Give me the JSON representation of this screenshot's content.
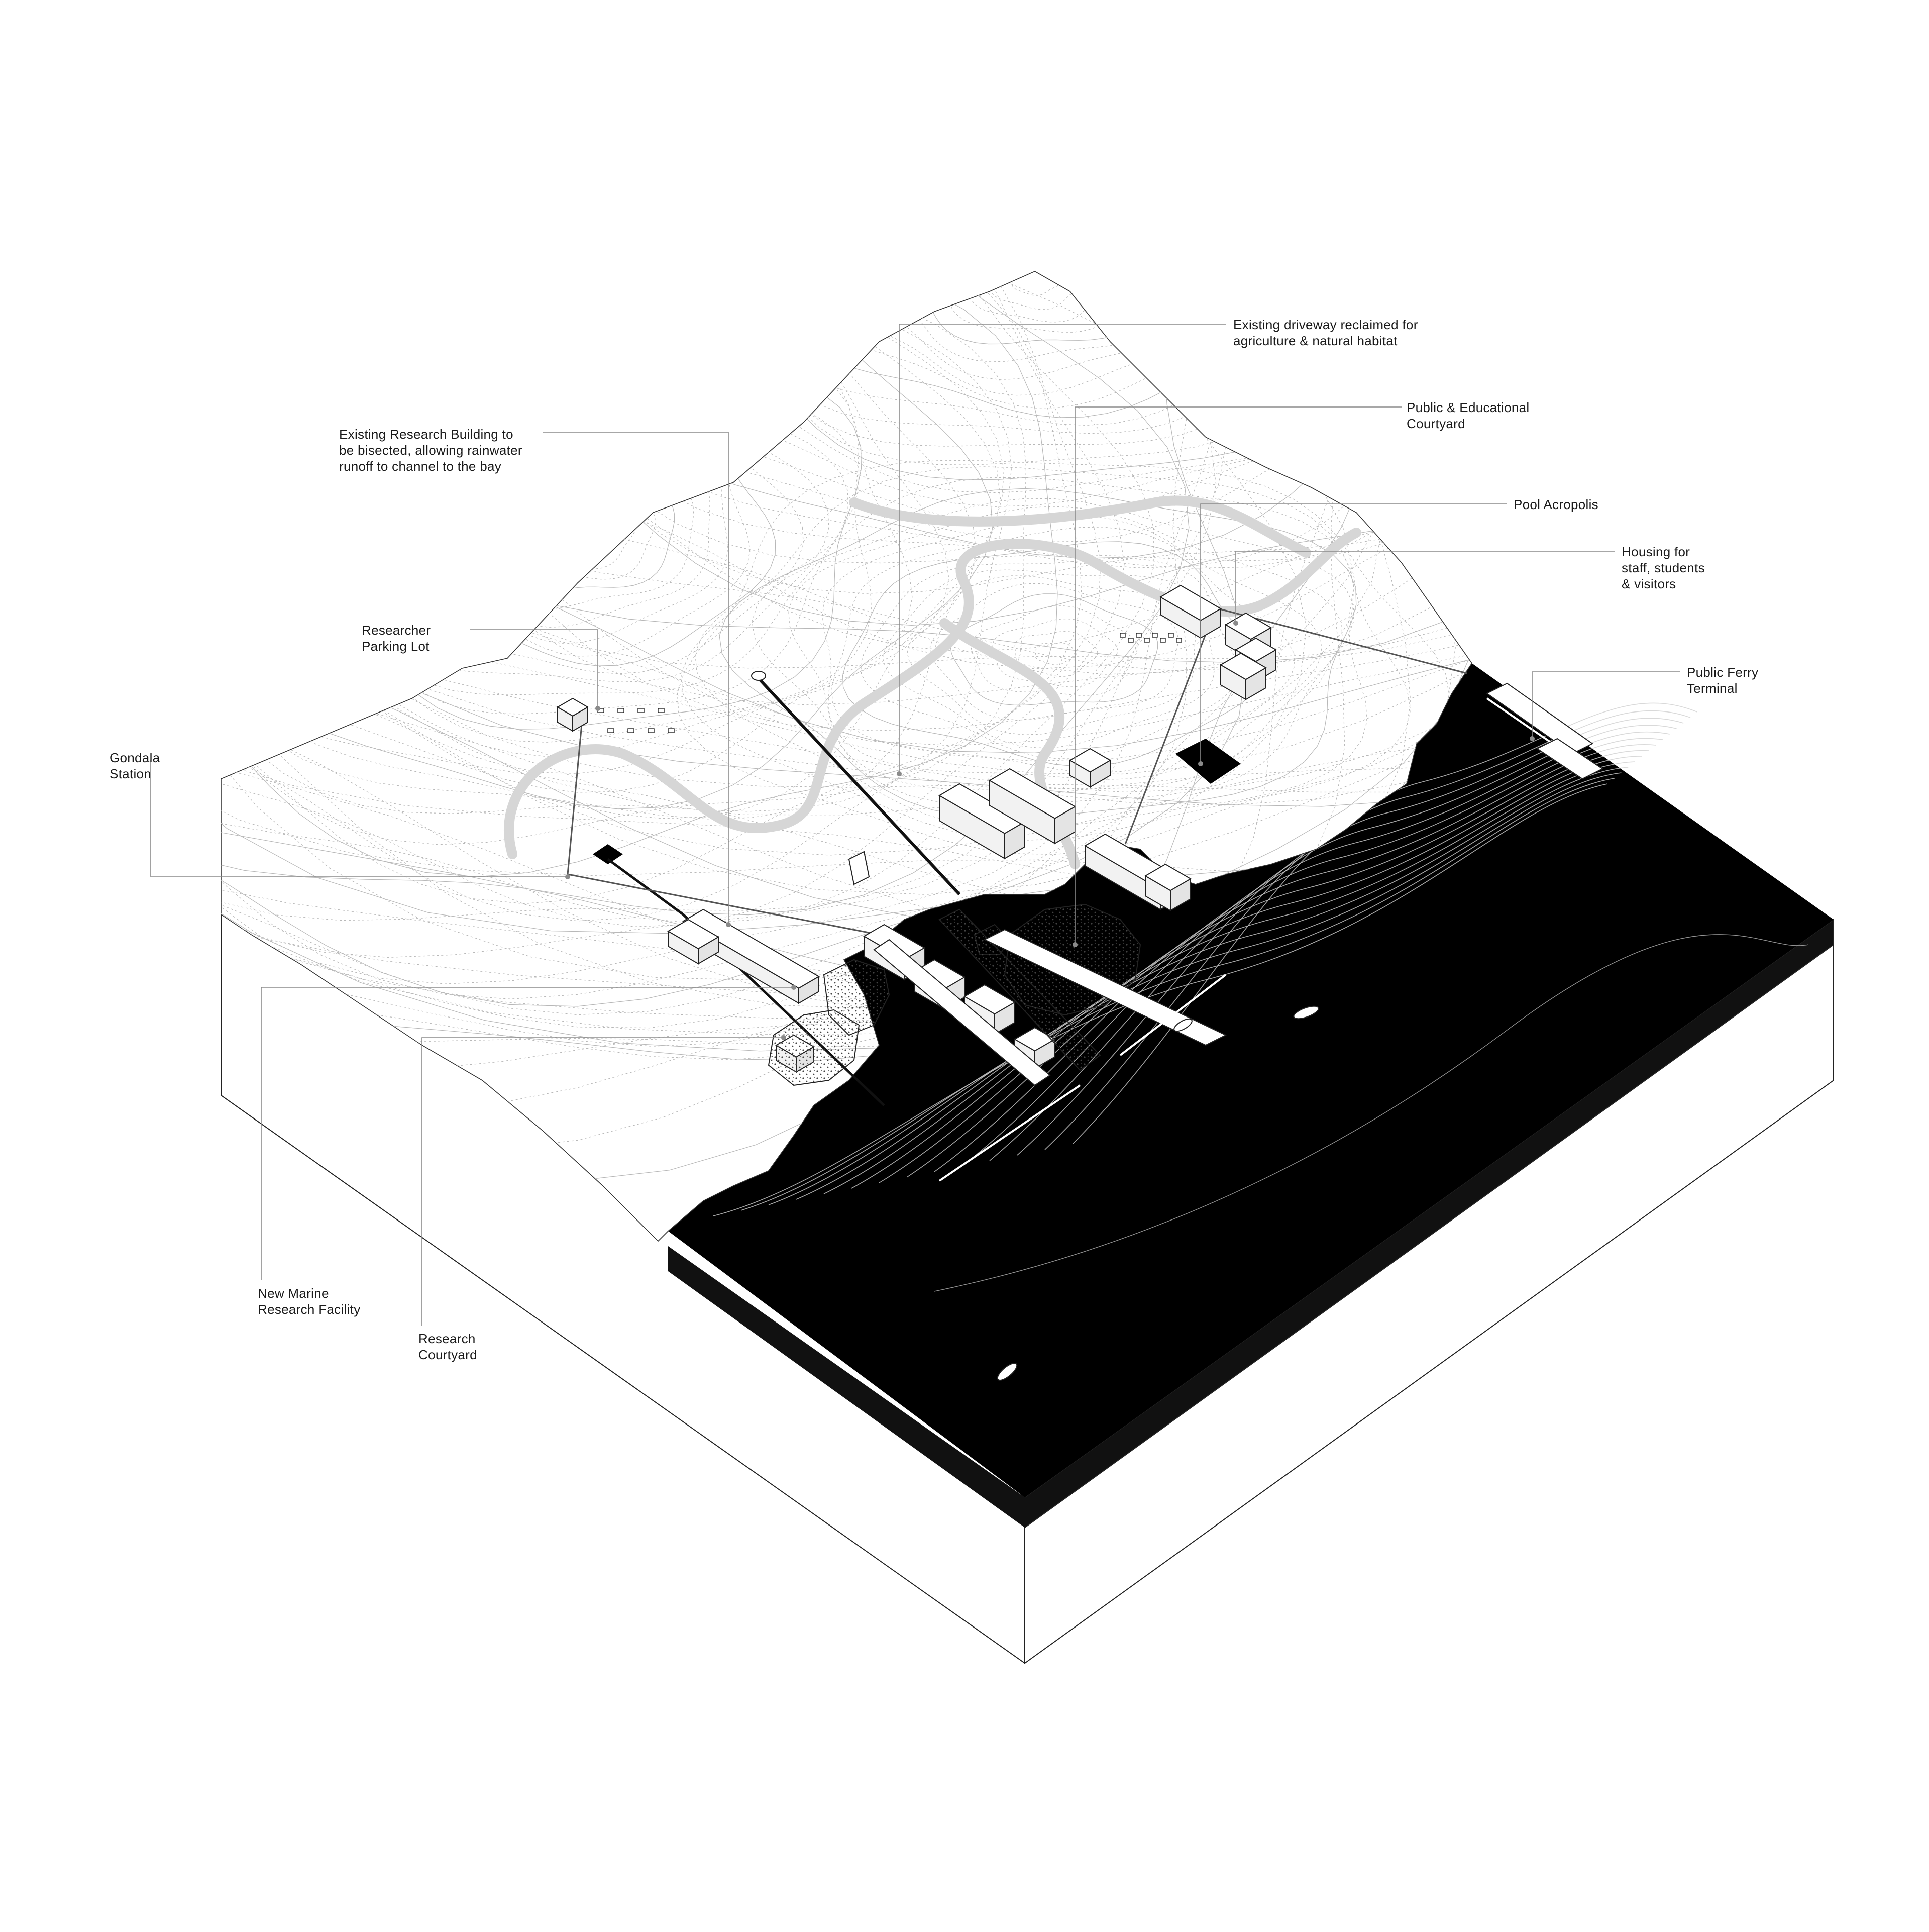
{
  "annotations": [
    {
      "id": "existing-driveway",
      "text": "Existing driveway reclaimed for\nagriculture & natural habitat"
    },
    {
      "id": "public-educational-courtyard",
      "text": "Public & Educational\nCourtyard"
    },
    {
      "id": "existing-research-building",
      "text": "Existing Research Building to\nbe bisected, allowing rainwater\nrunoff to channel to the bay"
    },
    {
      "id": "pool-acropolis",
      "text": "Pool Acropolis"
    },
    {
      "id": "housing",
      "text": "Housing for\nstaff, students\n& visitors"
    },
    {
      "id": "researcher-parking",
      "text": "Researcher\nParking Lot"
    },
    {
      "id": "public-ferry-terminal",
      "text": "Public Ferry\nTerminal"
    },
    {
      "id": "gondala-station",
      "text": "Gondala\nStation"
    },
    {
      "id": "new-marine-research-facility",
      "text": "New Marine\nResearch Facility"
    },
    {
      "id": "research-courtyard",
      "text": "Research\nCourtyard"
    }
  ],
  "colors": {
    "water": "#000000",
    "land": "#ffffff",
    "contour": "#b5b5b5",
    "bathymetry": "#d0d0d0",
    "leader": "#8a8a8a",
    "outline": "#222222"
  }
}
